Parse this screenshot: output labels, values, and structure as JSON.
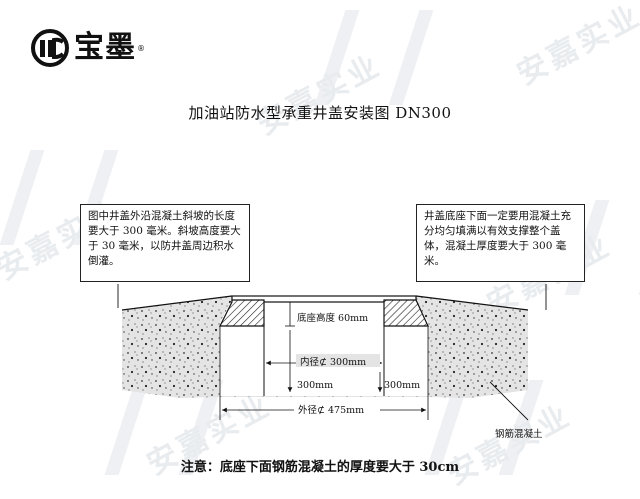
{
  "brand": {
    "name": "宝墨",
    "registered": "®",
    "watermark": "安嘉实业"
  },
  "title": "加油站防水型承重井盖安装图 DN300",
  "notes": {
    "left": "图中井盖外沿混凝土斜坡的长度要大于 300 毫米。斜坡高度要大于 30 毫米，以防井盖周边积水倒灌。",
    "right": "井盖底座下面一定要用混凝土充分均匀填满以有效支撑整个盖体，混凝土厚度要大于 300 毫米。"
  },
  "dimensions": {
    "base_height": "底座高度 60mm",
    "inner_diameter": "内径⊄ 300mm",
    "depth_left": "300mm",
    "depth_right": "300mm",
    "outer_diameter": "外径⊄ 475mm"
  },
  "material_label": "钢筋混凝土",
  "footer_note": "注意：底座下面钢筋混凝土的厚度要大于 30cm",
  "colors": {
    "concrete_fill": "#dcdcdc",
    "speckle": "#333333",
    "line": "#111111"
  }
}
